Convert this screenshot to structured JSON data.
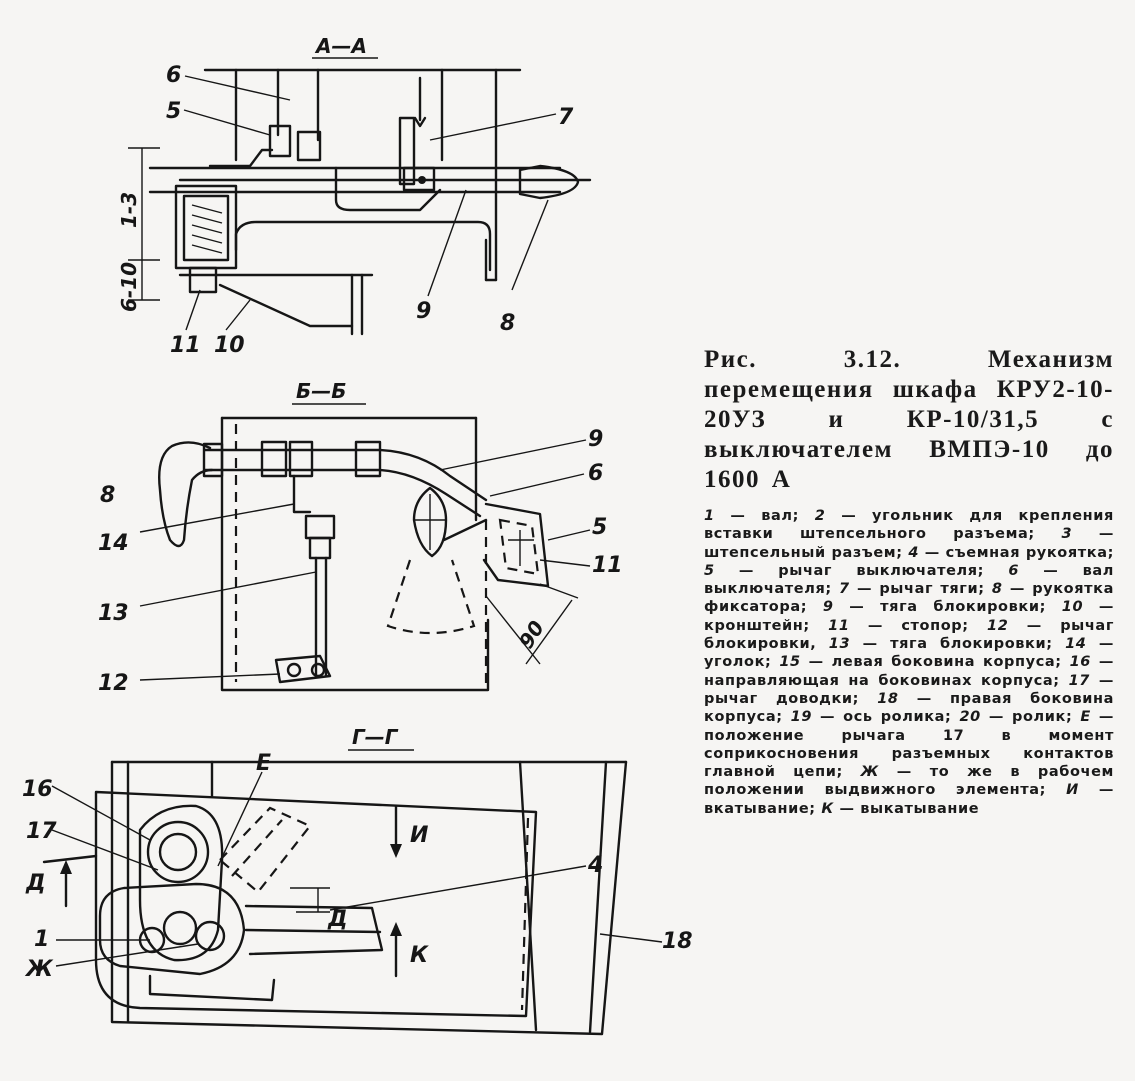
{
  "figure": {
    "sections": [
      "А—А",
      "Б—Б",
      "Г—Г"
    ],
    "dimensions": [
      "1-3",
      "6-10",
      "90"
    ],
    "labels_aa": [
      "6",
      "5",
      "7",
      "11",
      "10",
      "9",
      "8"
    ],
    "labels_bb": [
      "9",
      "6",
      "8",
      "14",
      "5",
      "11",
      "13",
      "12"
    ],
    "labels_gg": [
      "Е",
      "16",
      "17",
      "Д",
      "И",
      "4",
      "Д",
      "1",
      "Ж",
      "К",
      "18"
    ]
  },
  "caption": {
    "title": "Рис. 3.12. Механизм перемещения шкафа КРУ2-10-20УЗ и КР-10/31,5 с выключателем ВМПЭ-10 до 1600 А",
    "legend": [
      {
        "num": "1",
        "text": "вал;"
      },
      {
        "num": "2",
        "text": "угольник для крепления вставки штепсельного разъема;"
      },
      {
        "num": "3",
        "text": "штепсельный разъем;"
      },
      {
        "num": "4",
        "text": "съемная рукоятка;"
      },
      {
        "num": "5",
        "text": "рычаг выключателя;"
      },
      {
        "num": "6",
        "text": "вал выключателя;"
      },
      {
        "num": "7",
        "text": "рычаг тяги;"
      },
      {
        "num": "8",
        "text": "рукоятка фиксатора;"
      },
      {
        "num": "9",
        "text": "тяга блокировки;"
      },
      {
        "num": "10",
        "text": "кронштейн;"
      },
      {
        "num": "11",
        "text": "стопор;"
      },
      {
        "num": "12",
        "text": "рычаг блокировки,"
      },
      {
        "num": "13",
        "text": "тяга блокировки;"
      },
      {
        "num": "14",
        "text": "уголок;"
      },
      {
        "num": "15",
        "text": "левая боковина корпуса;"
      },
      {
        "num": "16",
        "text": "направляющая на боковинах корпуса;"
      },
      {
        "num": "17",
        "text": "рычаг доводки;"
      },
      {
        "num": "18",
        "text": "правая боковина корпуса;"
      },
      {
        "num": "19",
        "text": "ось ролика;"
      },
      {
        "num": "20",
        "text": "ролик;"
      },
      {
        "num": "Е",
        "text": "положение рычага 17 в момент соприкосновения разъемных контактов главной цепи;"
      },
      {
        "num": "Ж",
        "text": "то же в рабочем положении выдвижного элемента;"
      },
      {
        "num": "И",
        "text": "вкатывание;"
      },
      {
        "num": "К",
        "text": "выкатывание"
      }
    ]
  }
}
